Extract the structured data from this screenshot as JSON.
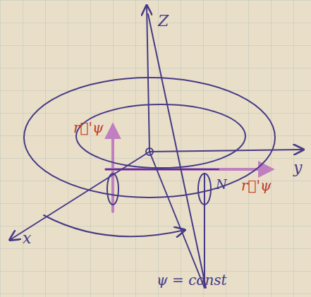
{
  "diagram": {
    "labels": [
      "Z",
      "y",
      "x",
      "r⃗'ψ",
      "N",
      "r⃗'ψ",
      "ψ = const"
    ]
  }
}
